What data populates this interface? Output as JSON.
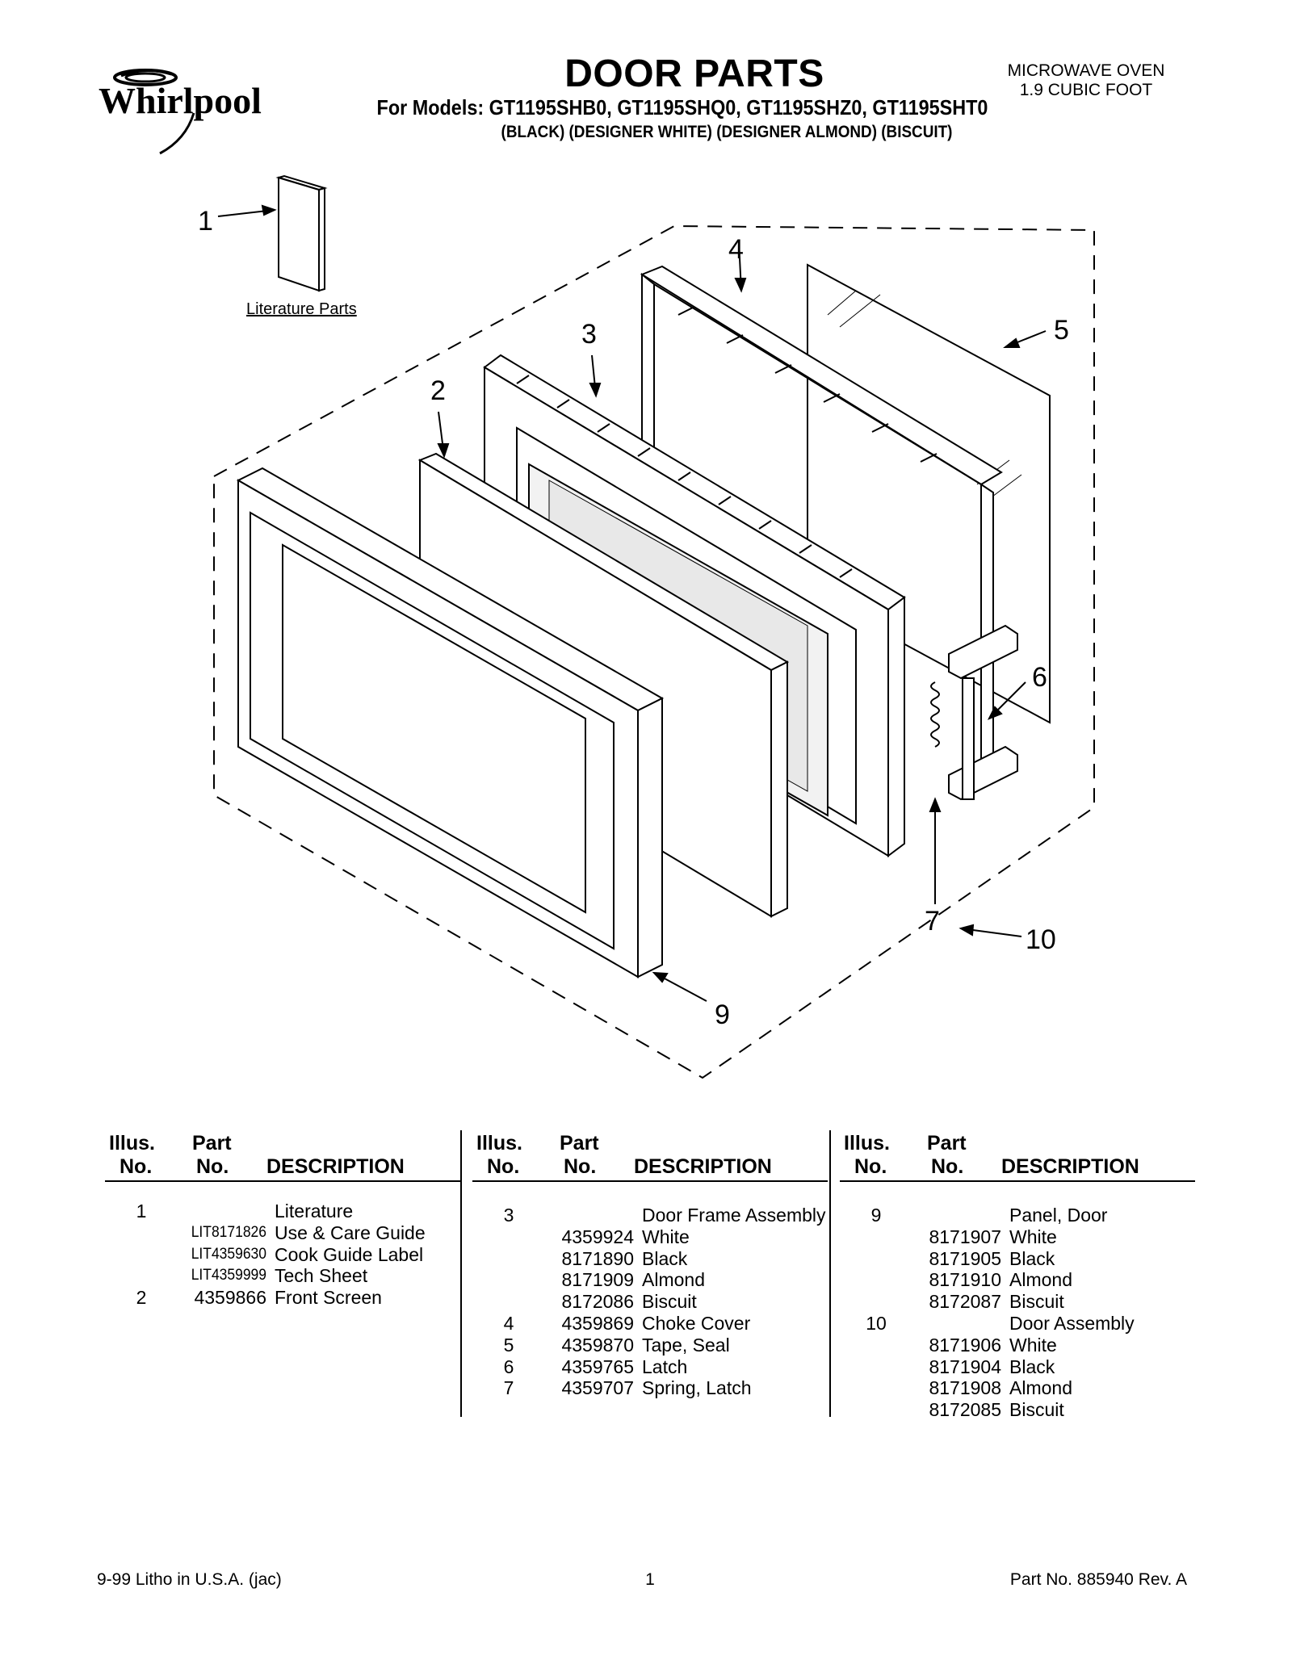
{
  "header": {
    "brand": "Whirlpool",
    "title": "DOOR PARTS",
    "models": "For Models: GT1195SHB0, GT1195SHQ0, GT1195SHZ0, GT1195SHT0",
    "colors": "(BLACK) (DESIGNER WHITE) (DESIGNER ALMOND) (BISCUIT)",
    "product_line1": "MICROWAVE OVEN",
    "product_line2": "1.9 CUBIC FOOT"
  },
  "diagram": {
    "literature_label": "Literature Parts",
    "callouts": [
      "1",
      "2",
      "3",
      "4",
      "5",
      "6",
      "7",
      "9",
      "10"
    ]
  },
  "table": {
    "headers": {
      "illus_top": "Illus.",
      "illus_bottom": "No.",
      "part_top": "Part",
      "part_bottom": "No.",
      "description": "DESCRIPTION"
    },
    "columns": [
      [
        {
          "illus": "1",
          "part": "",
          "desc": "Literature"
        },
        {
          "illus": "",
          "part": "LIT8171826",
          "desc": "Use & Care Guide",
          "small": true
        },
        {
          "illus": "",
          "part": "LIT4359630",
          "desc": "Cook Guide Label",
          "small": true
        },
        {
          "illus": "",
          "part": "LIT4359999",
          "desc": "Tech Sheet",
          "small": true
        },
        {
          "illus": "2",
          "part": "4359866",
          "desc": "Front Screen"
        }
      ],
      [
        {
          "illus": "3",
          "part": "",
          "desc": "Door Frame Assembly"
        },
        {
          "illus": "",
          "part": "4359924",
          "desc": "White"
        },
        {
          "illus": "",
          "part": "8171890",
          "desc": "Black"
        },
        {
          "illus": "",
          "part": "8171909",
          "desc": "Almond"
        },
        {
          "illus": "",
          "part": "8172086",
          "desc": "Biscuit"
        },
        {
          "illus": "4",
          "part": "4359869",
          "desc": "Choke Cover"
        },
        {
          "illus": "5",
          "part": "4359870",
          "desc": "Tape, Seal"
        },
        {
          "illus": "6",
          "part": "4359765",
          "desc": "Latch"
        },
        {
          "illus": "7",
          "part": "4359707",
          "desc": "Spring, Latch"
        }
      ],
      [
        {
          "illus": "9",
          "part": "",
          "desc": "Panel, Door"
        },
        {
          "illus": "",
          "part": "8171907",
          "desc": "White"
        },
        {
          "illus": "",
          "part": "8171905",
          "desc": "Black"
        },
        {
          "illus": "",
          "part": "8171910",
          "desc": "Almond"
        },
        {
          "illus": "",
          "part": "8172087",
          "desc": "Biscuit"
        },
        {
          "illus": "10",
          "part": "",
          "desc": "Door Assembly"
        },
        {
          "illus": "",
          "part": "8171906",
          "desc": "White"
        },
        {
          "illus": "",
          "part": "8171904",
          "desc": "Black"
        },
        {
          "illus": "",
          "part": "8171908",
          "desc": "Almond"
        },
        {
          "illus": "",
          "part": "8172085",
          "desc": "Biscuit"
        }
      ]
    ]
  },
  "footer": {
    "litho": "9-99 Litho in U.S.A. (jac)",
    "page": "1",
    "part_no": "Part No. 885940 Rev. A"
  }
}
